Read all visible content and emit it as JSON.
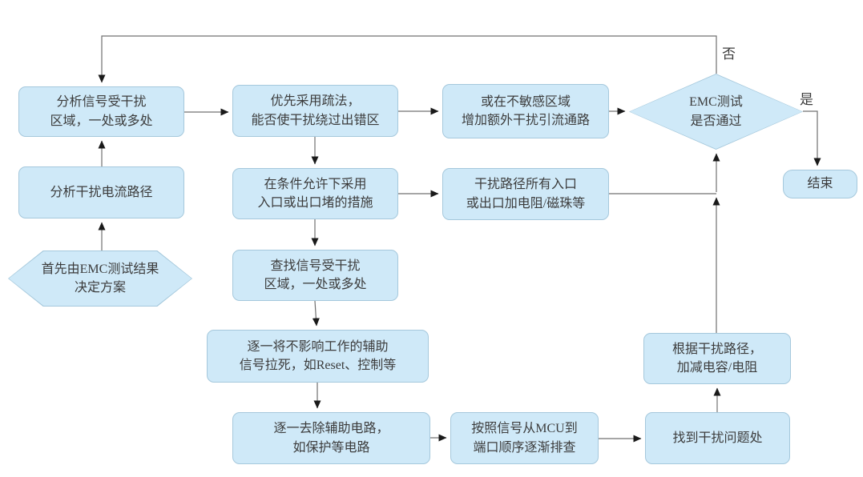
{
  "title": "EMC troubleshooting flowchart",
  "colors": {
    "background": "#ffffff",
    "node_fill": "#cfe9f8",
    "node_border": "#a5c8dc",
    "connector": "#707070",
    "arrowhead": "#1a1a1a",
    "text": "#3c3c3c"
  },
  "edge_labels": {
    "no": "否",
    "yes": "是"
  },
  "nodes": {
    "start": "首先由EMC测试结果\n决定方案",
    "analyze_current_path": "分析干扰电流路径",
    "analyze_signal_area": "分析信号受干扰\n区域，一处或多处",
    "bypass_method": "优先采用疏法，\n能否使干扰绕过出错区",
    "block_method": "在条件允许下采用\n入口或出口堵的措施",
    "find_signal_area": "查找信号受干扰\n区域，一处或多处",
    "pull_signals_dead": "逐一将不影响工作的辅助\n信号拉死，如Reset、控制等",
    "remove_aux_circuits": "逐一去除辅助电路，\n如保护等电路",
    "add_divert_path": "或在不敏感区域\n增加额外干扰引流通路",
    "add_resistor_bead": "干扰路径所有入口\n或出口加电阻/磁珠等",
    "check_mcu_to_port": "按照信号从MCU到\n端口顺序逐渐排查",
    "found_problem": "找到干扰问题处",
    "adjust_cap_res": "根据干扰路径，\n加减电容/电阻",
    "decision_emc_pass": "EMC测试\n是否通过",
    "end": "结束"
  }
}
